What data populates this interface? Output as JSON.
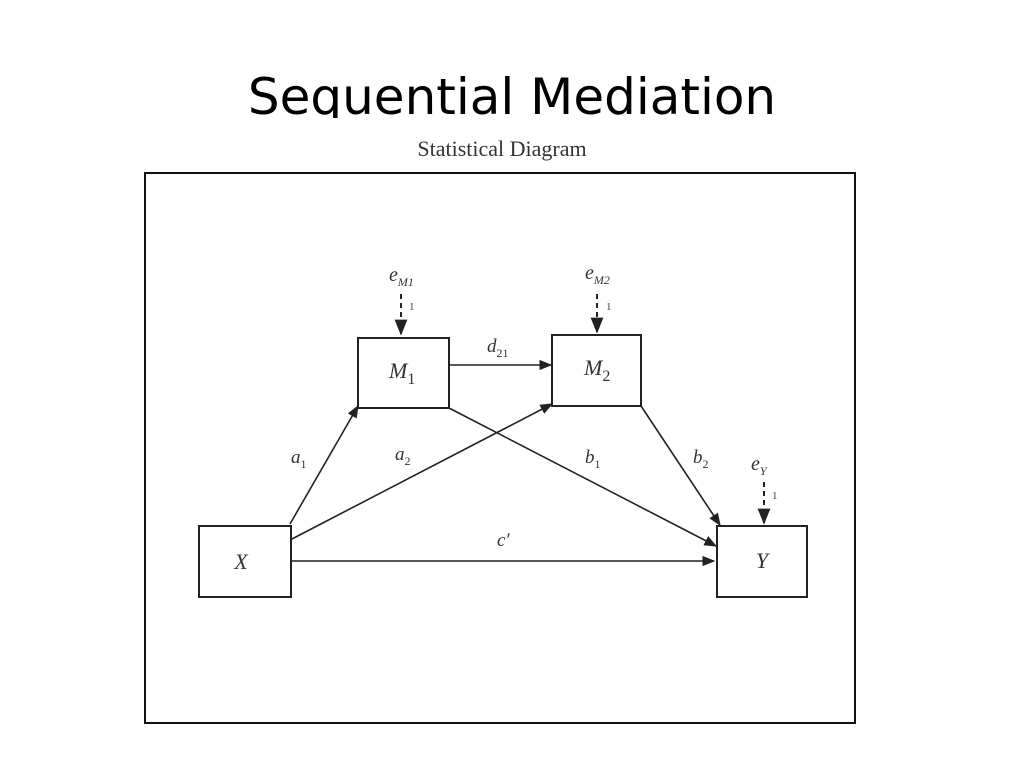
{
  "title": "Sequential Mediation",
  "caption": "Statistical Diagram",
  "nodes": {
    "x": "X",
    "m1": {
      "main": "M",
      "sub": "1"
    },
    "m2": {
      "main": "M",
      "sub": "2"
    },
    "y": "Y"
  },
  "errors": {
    "m1": {
      "main": "e",
      "sub": "M1",
      "fixed": "1"
    },
    "m2": {
      "main": "e",
      "sub": "M2",
      "fixed": "1"
    },
    "y": {
      "main": "e",
      "sub": "Y",
      "fixed": "1"
    }
  },
  "paths": {
    "a1": {
      "main": "a",
      "sub": "1"
    },
    "a2": {
      "main": "a",
      "sub": "2"
    },
    "d21": {
      "main": "d",
      "sub": "21"
    },
    "b1": {
      "main": "b",
      "sub": "1"
    },
    "b2": {
      "main": "b",
      "sub": "2"
    },
    "c": {
      "main": "c′"
    }
  }
}
